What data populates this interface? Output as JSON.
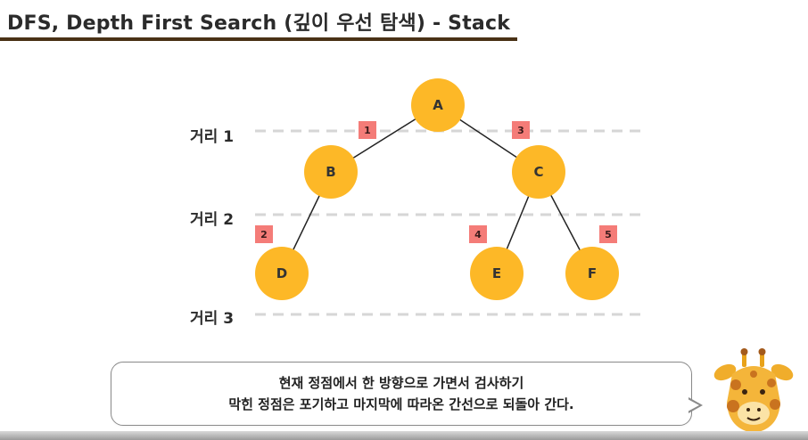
{
  "title": "DFS, Depth First Search (깊이 우선 탐색) - Stack",
  "levels": [
    {
      "id": "level-1",
      "label": "거리 1"
    },
    {
      "id": "level-2",
      "label": "거리 2"
    },
    {
      "id": "level-3",
      "label": "거리 3"
    }
  ],
  "nodes": [
    {
      "id": "A",
      "label": "A"
    },
    {
      "id": "B",
      "label": "B"
    },
    {
      "id": "C",
      "label": "C"
    },
    {
      "id": "D",
      "label": "D"
    },
    {
      "id": "E",
      "label": "E"
    },
    {
      "id": "F",
      "label": "F"
    }
  ],
  "edges": [
    {
      "from": "A",
      "to": "B",
      "order": "1"
    },
    {
      "from": "B",
      "to": "D",
      "order": "2"
    },
    {
      "from": "A",
      "to": "C",
      "order": "3"
    },
    {
      "from": "C",
      "to": "E",
      "order": "4"
    },
    {
      "from": "C",
      "to": "F",
      "order": "5"
    }
  ],
  "caption": {
    "line1": "현재 정점에서 한 방향으로 가면서 검사하기",
    "line2": "막힌 정점은 포기하고 마지막에 따라온 간선으로 되돌아 간다."
  },
  "colors": {
    "node_fill": "#fdb827",
    "badge_fill": "#f47c78",
    "dash": "#d6d6d6",
    "edge": "#222222",
    "underline": "#4a3216"
  }
}
